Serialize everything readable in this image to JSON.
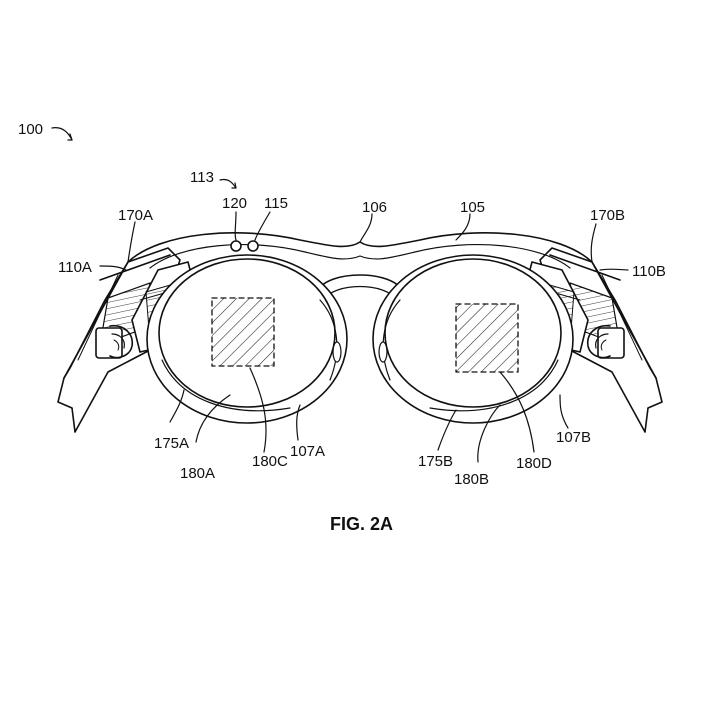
{
  "figure": {
    "caption": "FIG. 2A",
    "ref_100": "100",
    "ref_113": "113",
    "ref_120": "120",
    "ref_115": "115",
    "ref_106": "106",
    "ref_105": "105",
    "ref_170A": "170A",
    "ref_170B": "170B",
    "ref_110A": "110A",
    "ref_110B": "110B",
    "ref_175A": "175A",
    "ref_180A": "180A",
    "ref_180C": "180C",
    "ref_107A": "107A",
    "ref_175B": "175B",
    "ref_180B": "180B",
    "ref_180D": "180D",
    "ref_107B": "107B"
  }
}
